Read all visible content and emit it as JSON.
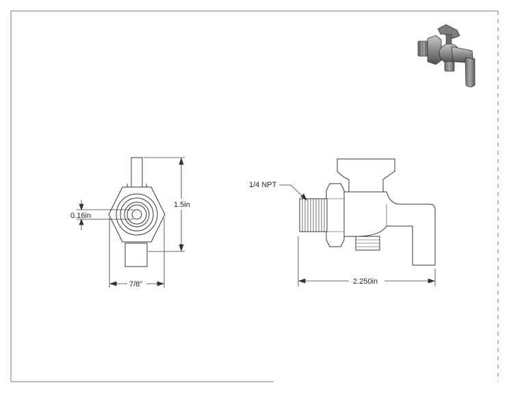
{
  "drawing": {
    "front_view": {
      "inner_diameter_label": "0.16in",
      "height_label": "1.5in",
      "width_label": "7/8\""
    },
    "side_view": {
      "thread_label": "1/4 NPT",
      "length_label": "2.250in"
    },
    "iso_view": {
      "icon": "ball-valve-isometric-icon",
      "body_color": "#8a8a8a"
    }
  }
}
